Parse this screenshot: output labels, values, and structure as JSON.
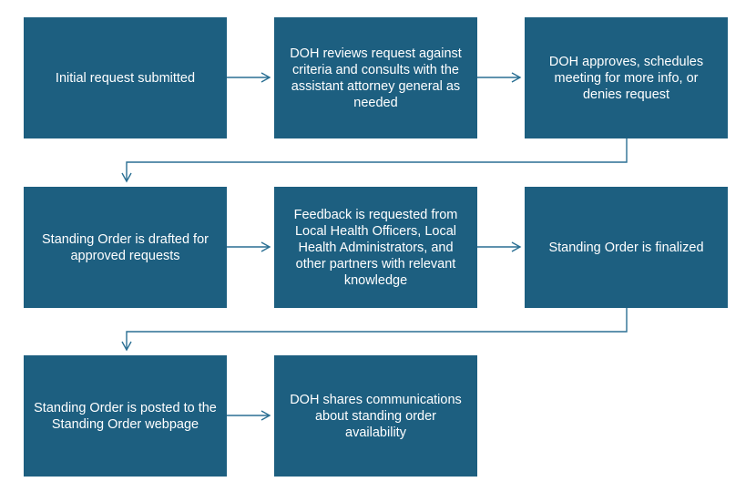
{
  "steps": [
    {
      "id": "step-1",
      "text": "Initial request submitted"
    },
    {
      "id": "step-2",
      "text": "DOH reviews request against criteria and consults with the assistant attorney general as needed"
    },
    {
      "id": "step-3",
      "text": "DOH approves, schedules meeting for more info, or denies request"
    },
    {
      "id": "step-4",
      "text": "Standing Order is drafted for approved requests"
    },
    {
      "id": "step-5",
      "text": "Feedback is requested from Local Health Officers, Local Health Administrators,  and other partners with relevant knowledge"
    },
    {
      "id": "step-6",
      "text": "Standing Order is finalized"
    },
    {
      "id": "step-7",
      "text": "Standing Order is posted to the Standing  Order webpage"
    },
    {
      "id": "step-8",
      "text": "DOH shares communications  about standing order availability"
    }
  ],
  "colors": {
    "box_fill": "#1d5f80",
    "box_text": "#ffffff",
    "connector": "#2a6f93"
  }
}
